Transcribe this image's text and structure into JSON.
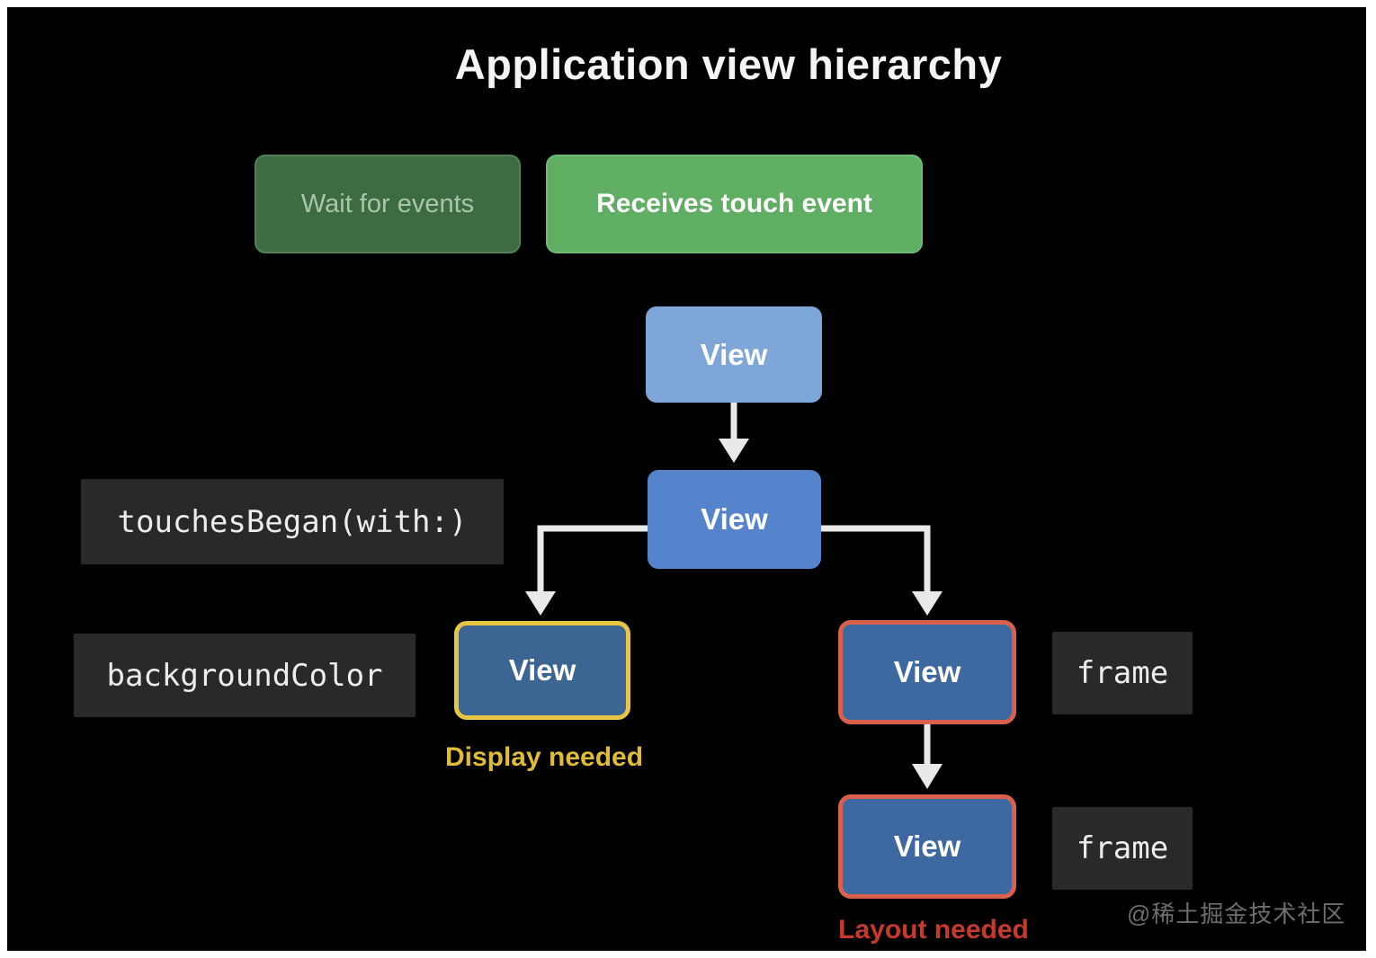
{
  "slide": {
    "title": "Application view hierarchy",
    "watermark": "@稀土掘金技术社区"
  },
  "states": [
    {
      "label": "Wait for events",
      "status": "inactive"
    },
    {
      "label": "Receives touch event",
      "status": "active"
    }
  ],
  "tree": {
    "nodes": [
      {
        "id": "root",
        "label": "View",
        "variant": "light-blue"
      },
      {
        "id": "child",
        "label": "View",
        "variant": "blue"
      },
      {
        "id": "display-child",
        "label": "View",
        "variant": "display-needed"
      },
      {
        "id": "layout-child",
        "label": "View",
        "variant": "layout-needed"
      },
      {
        "id": "layout-grandchild",
        "label": "View",
        "variant": "layout-needed"
      }
    ],
    "annotations": {
      "display_needed": "Display needed",
      "layout_needed": "Layout needed"
    }
  },
  "code_labels": {
    "touches_began": "touchesBegan(with:)",
    "background_color": "backgroundColor",
    "frame_top": "frame",
    "frame_bottom": "frame"
  },
  "colors": {
    "canvas_background": "#000000",
    "page_frame": "#ffffff",
    "inactive_green": "#3c6c40",
    "active_green": "#5fae63",
    "node_light_blue": "#7ea6d8",
    "node_blue": "#5584cd",
    "node_dark_blue": "#3d6799",
    "display_yellow": "#e7c644",
    "layout_red_border": "#d8604d",
    "layout_red_text": "#c8392d",
    "display_yellow_text": "#dfbc33",
    "code_box_bg": "#28292b",
    "arrow": "#e9e9e9"
  }
}
